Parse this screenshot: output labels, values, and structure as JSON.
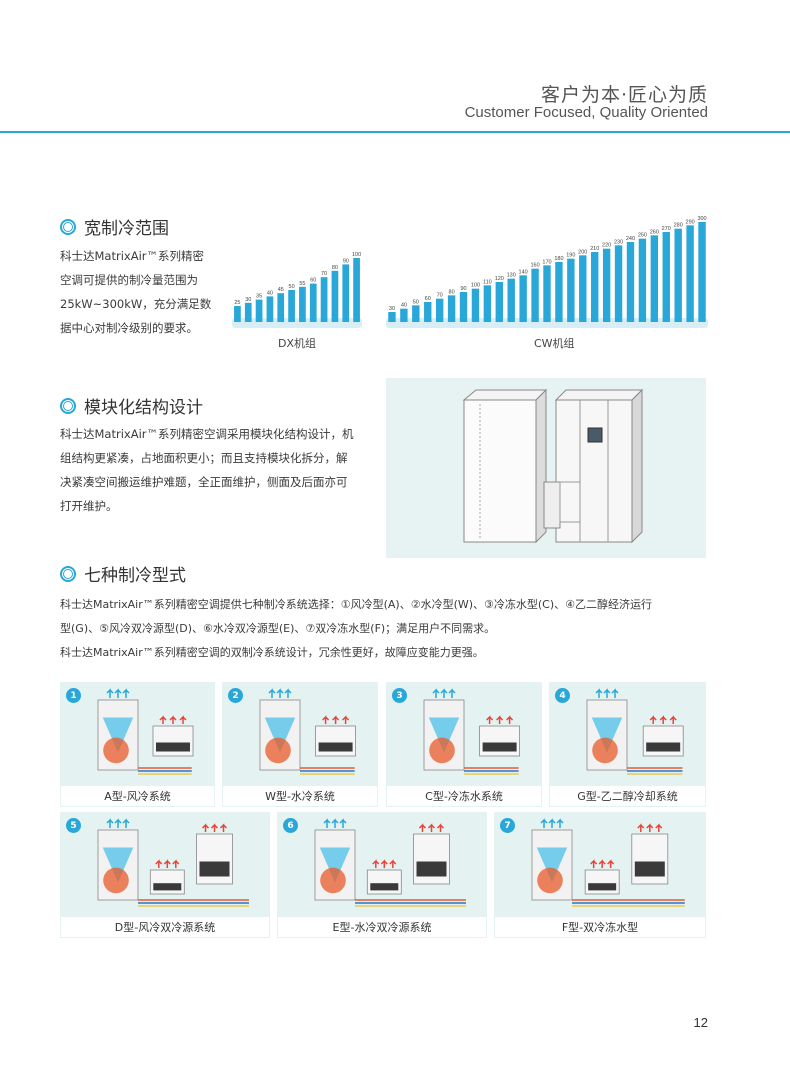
{
  "header": {
    "title_cn": "客户为本·匠心为质",
    "title_en": "Customer Focused, Quality Oriented"
  },
  "sections": {
    "wide_range": {
      "title": "宽制冷范围",
      "lines": [
        "科士达MatrixAir™系列精密",
        "空调可提供的制冷量范围为",
        "25kW~300kW，充分满足数",
        "据中心对制冷级别的要求。"
      ]
    },
    "modular": {
      "title": "模块化结构设计",
      "lines": [
        "科士达MatrixAir™系列精密空调采用模块化结构设计，机",
        "组结构更紧凑，占地面积更小；而且支持模块化拆分，解",
        "决紧凑空间搬运维护难题，全正面维护，侧面及后面亦可",
        "打开维护。"
      ]
    },
    "seven_types": {
      "title": "七种制冷型式",
      "lines": [
        "科士达MatrixAir™系列精密空调提供七种制冷系统选择：①风冷型(A)、②水冷型(W)、③冷冻水型(C)、④乙二醇经济运行",
        "型(G)、⑤风冷双冷源型(D)、⑥水冷双冷源型(E)、⑦双冷冻水型(F)；满足用户不同需求。",
        "科士达MatrixAir™系列精密空调的双制冷系统设计，冗余性更好，故障应变能力更强。"
      ]
    }
  },
  "chart_data": [
    {
      "type": "bar",
      "xlabel": "DX机组",
      "categories": [
        "25",
        "30",
        "35",
        "40",
        "45",
        "50",
        "55",
        "60",
        "70",
        "80",
        "90",
        "100"
      ],
      "values": [
        25,
        30,
        35,
        40,
        45,
        50,
        55,
        60,
        70,
        80,
        90,
        100
      ],
      "color": "#2aa7d9"
    },
    {
      "type": "bar",
      "xlabel": "CW机组",
      "categories": [
        "30",
        "40",
        "50",
        "60",
        "70",
        "80",
        "90",
        "100",
        "110",
        "120",
        "130",
        "140",
        "160",
        "170",
        "180",
        "190",
        "200",
        "210",
        "220",
        "230",
        "240",
        "250",
        "260",
        "270",
        "280",
        "290",
        "300"
      ],
      "values": [
        30,
        40,
        50,
        60,
        70,
        80,
        90,
        100,
        110,
        120,
        130,
        140,
        160,
        170,
        180,
        190,
        200,
        210,
        220,
        230,
        240,
        250,
        260,
        270,
        280,
        290,
        300
      ],
      "color": "#2aa7d9"
    }
  ],
  "systems": [
    {
      "num": "1",
      "label": "A型-风冷系统"
    },
    {
      "num": "2",
      "label": "W型-水冷系统"
    },
    {
      "num": "3",
      "label": "C型-冷冻水系统"
    },
    {
      "num": "4",
      "label": "G型-乙二醇冷却系统"
    },
    {
      "num": "5",
      "label": "D型-风冷双冷源系统"
    },
    {
      "num": "6",
      "label": "E型-水冷双冷源系统"
    },
    {
      "num": "7",
      "label": "F型-双冷冻水型"
    }
  ],
  "page_number": "12",
  "colors": {
    "accent": "#2aa7d9",
    "panel_bg": "#e4f2f1"
  }
}
